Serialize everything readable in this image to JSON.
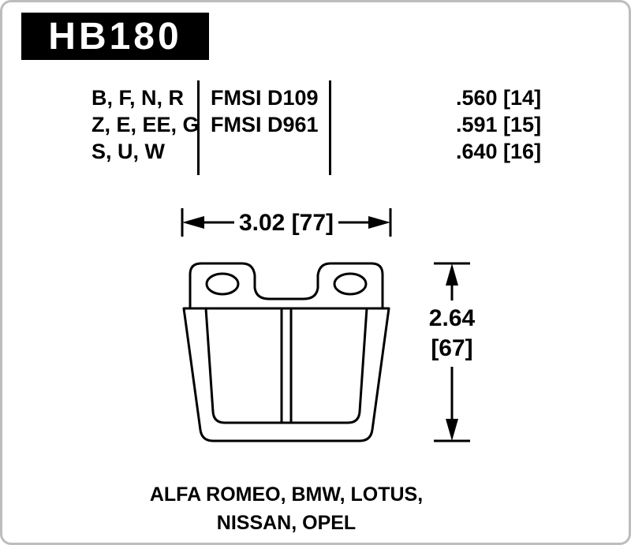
{
  "header": {
    "part_number": "HB180"
  },
  "spec_table": {
    "compound_rows": [
      "B, F, N, R",
      "Z, E, EE, G",
      "S, U, W"
    ],
    "fmsi_rows": [
      "FMSI D109",
      "FMSI D961"
    ],
    "thickness_rows": [
      ".560 [14]",
      ".591 [15]",
      ".640 [16]"
    ]
  },
  "dimensions": {
    "width": "3.02 [77]",
    "height_in": "2.64",
    "height_mm": "[67]"
  },
  "applications": {
    "line1": "ALFA ROMEO, BMW, LOTUS,",
    "line2": "NISSAN, OPEL"
  },
  "colors": {
    "ink": "#000000",
    "background": "#ffffff",
    "part_box_bg": "#000000",
    "part_box_text": "#ffffff",
    "border": "#bdbdbd"
  }
}
